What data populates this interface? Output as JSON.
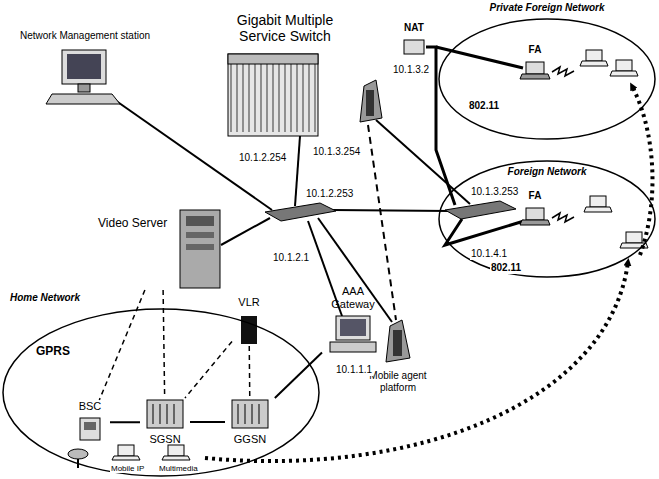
{
  "diagram": {
    "nodes": [
      {
        "text": [
          "Network Management station"
        ]
      },
      {
        "text": [
          "Gigabit Multiple Service Switch"
        ]
      },
      {
        "text": [
          "Private Foreign Network"
        ]
      },
      {
        "text": [
          "NAT"
        ]
      },
      {
        "text": [
          "FA"
        ],
        "in": 2
      },
      {
        "text": [
          "Foreign Network"
        ]
      },
      {
        "text": [
          "FA"
        ],
        "in": 5
      },
      {
        "text": [
          "Video Server"
        ]
      },
      {
        "text": [
          "Home Network"
        ]
      },
      {
        "text": [
          "VLR"
        ],
        "in": 8
      },
      {
        "text": [
          "AAA Gateway"
        ]
      },
      {
        "text": [
          "BSC"
        ],
        "in": 8
      },
      {
        "text": [
          "SGSN"
        ],
        "in": 8
      },
      {
        "text": [
          "GGSN"
        ],
        "in": 8
      },
      {
        "text": [
          "Mobile agent platform"
        ]
      }
    ],
    "edges": [
      {
        "from": 11,
        "to": 12,
        "arrow": "none"
      },
      {
        "from": 12,
        "to": 13,
        "arrow": "none"
      },
      {
        "from": 13,
        "to": 10,
        "arrow": "none"
      },
      {
        "from": 9,
        "to": 12,
        "arrow": "none"
      },
      {
        "from": 9,
        "to": 13,
        "arrow": "none"
      },
      {
        "from": 7,
        "to": 11,
        "arrow": "none"
      },
      {
        "from": 7,
        "to": 12,
        "arrow": "none"
      }
    ],
    "labels": [
      "10.1.3.2",
      "10.1.3.254",
      "10.1.3.253",
      "10.1.2.254",
      "10.1.2.253",
      "10.1.2.1",
      "10.1.1.1",
      "10.1.4.1",
      "GPRS",
      "Mobile IP",
      "Multimedia",
      "802.11",
      "802.11"
    ]
  }
}
